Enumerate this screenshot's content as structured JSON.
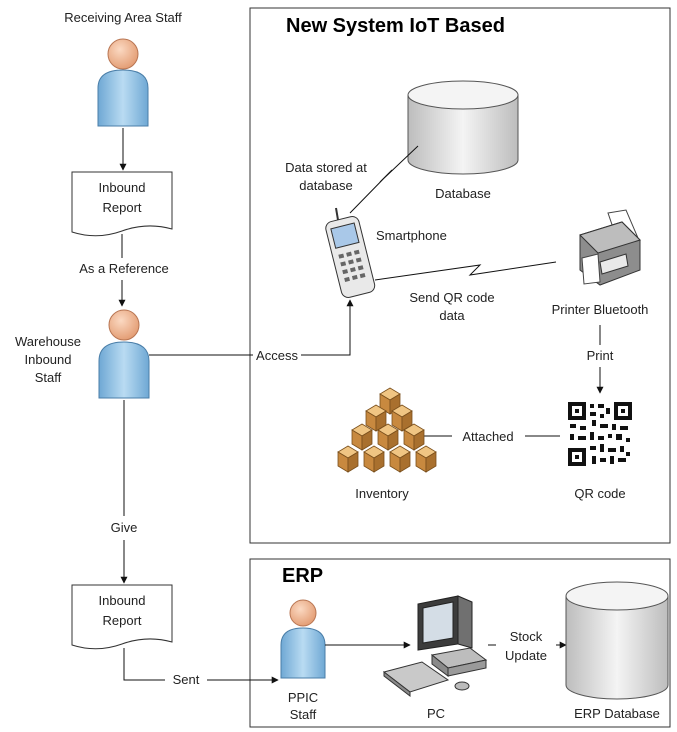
{
  "iot_section": {
    "title": "New System IoT Based"
  },
  "erp_section": {
    "title": "ERP"
  },
  "actors": {
    "receiving": "Receiving Area Staff",
    "warehouse": [
      "Warehouse",
      "Inbound",
      "Staff"
    ],
    "ppic": [
      "PPIC",
      "Staff"
    ]
  },
  "documents": {
    "inbound_report_1": [
      "Inbound",
      "Report"
    ],
    "inbound_report_2": [
      "Inbound",
      "Report"
    ]
  },
  "nodes": {
    "database": "Database",
    "smartphone": "Smartphone",
    "printer": "Printer Bluetooth",
    "qr_code": "QR code",
    "inventory": "Inventory",
    "pc": "PC",
    "erp_database": "ERP Database"
  },
  "edge_labels": {
    "as_reference": "As a Reference",
    "data_stored": [
      "Data stored at",
      "database"
    ],
    "send_qr": [
      "Send QR code",
      "data"
    ],
    "access": "Access",
    "print": "Print",
    "attached": "Attached",
    "give": "Give",
    "sent": "Sent",
    "stock_update": [
      "Stock",
      "Update"
    ]
  },
  "colors": {
    "person_fill": "#9cc8e6",
    "person_head": "#f2b48c",
    "box_fill": "#d9a35c",
    "cylinder_fill": "#e6e6e6"
  }
}
